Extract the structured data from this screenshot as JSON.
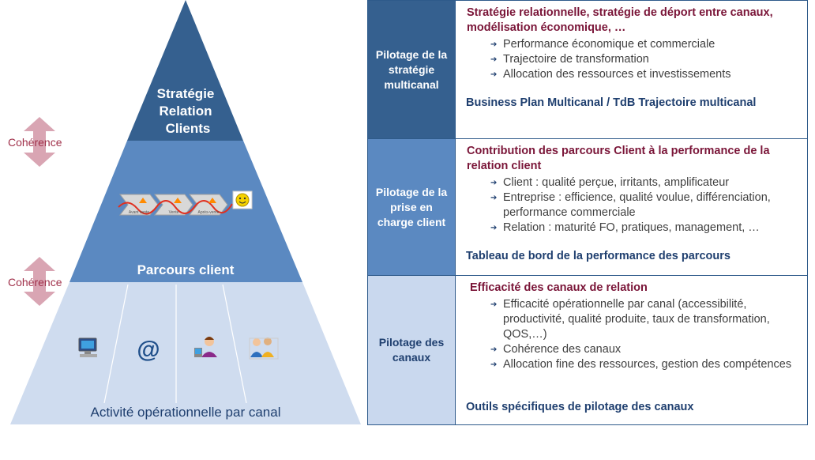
{
  "pyramid": {
    "top_label": [
      "Stratégie",
      "Relation",
      "Clients"
    ],
    "middle_label": "Parcours client",
    "bottom_label": "Activité opérationnelle par canal",
    "journey_steps": [
      "Avant vente",
      "Vente",
      "Après-vente"
    ],
    "channel_icons": [
      "computer-icon",
      "at-sign-icon",
      "call-center-agent-icon",
      "people-icon"
    ],
    "at_symbol": "@",
    "colors": {
      "top": "#35608f",
      "middle": "#5b89c1",
      "bottom": "#cfdcef",
      "coherence": "#d9a5b3"
    }
  },
  "coherence": [
    {
      "label": "Cohérence"
    },
    {
      "label": "Cohérence"
    }
  ],
  "table": {
    "rows": [
      {
        "left": "Pilotage de la stratégie multicanal",
        "title": "Stratégie relationnelle, stratégie de déport entre canaux, modélisation économique, …",
        "bullets": [
          "Performance économique et commerciale",
          "Trajectoire de transformation",
          "Allocation des ressources et investissements"
        ],
        "footer": "Business Plan Multicanal / TdB Trajectoire multicanal",
        "left_bg": "#35608f",
        "left_color": "#ffffff"
      },
      {
        "left": "Pilotage de la prise en charge client",
        "title": "Contribution des parcours Client à la performance de la relation client",
        "bullets": [
          "Client : qualité perçue, irritants, amplificateur",
          "Entreprise : efficience, qualité voulue, différenciation, performance commerciale",
          "Relation : maturité FO, pratiques, management, …"
        ],
        "footer": "Tableau de bord de la performance des parcours",
        "left_bg": "#5b89c1",
        "left_color": "#ffffff"
      },
      {
        "left": "Pilotage des canaux",
        "title": "Efficacité des canaux de relation",
        "bullets": [
          "Efficacité opérationnelle par canal (accessibilité, productivité, qualité produite, taux de transformation, QOS,…)",
          "Cohérence des canaux",
          "Allocation fine des ressources, gestion des compétences"
        ],
        "footer": "Outils spécifiques de pilotage des canaux",
        "left_bg": "#c9d8ee",
        "left_color": "#1f3f6f"
      }
    ]
  }
}
